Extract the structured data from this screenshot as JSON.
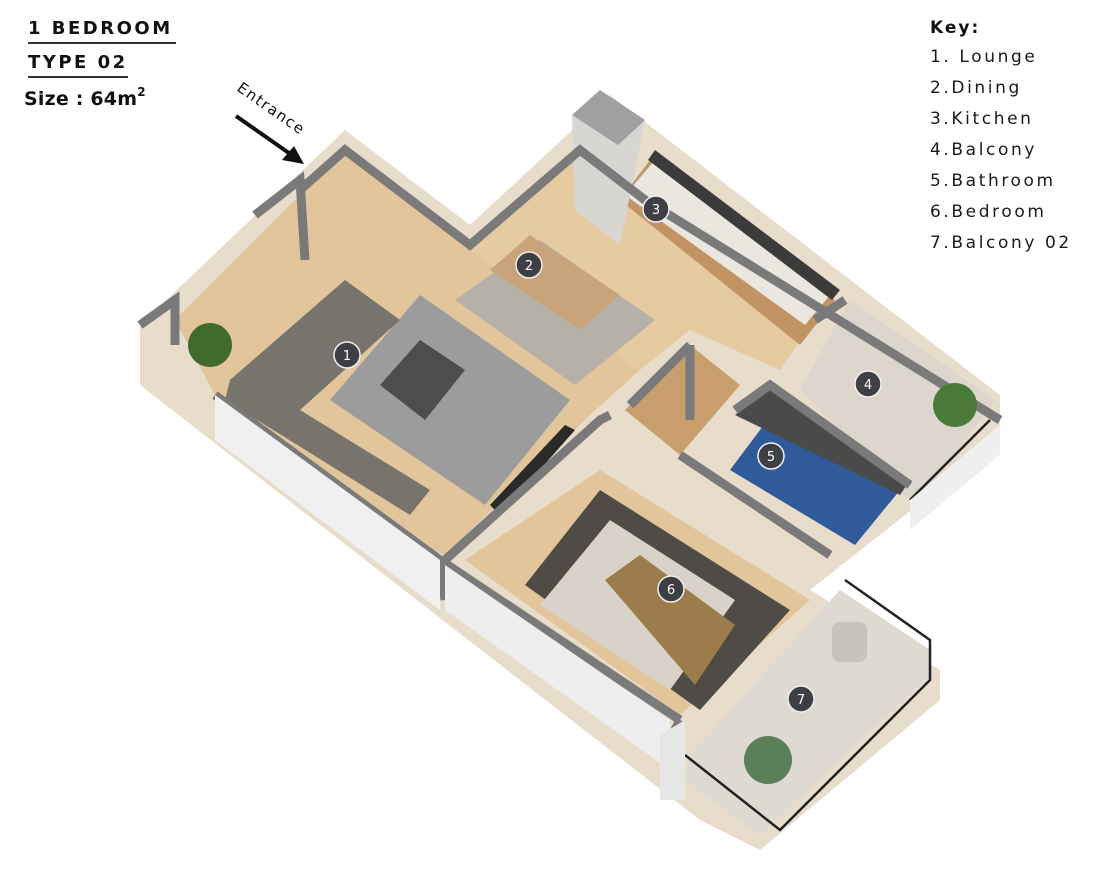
{
  "header": {
    "title_line1": "1 BEDROOM",
    "title_line2": "TYPE 02",
    "size_label": "Size : 64m",
    "size_superscript": "2"
  },
  "entrance": {
    "label": "Entrance",
    "icon": "arrow-down-right-icon"
  },
  "key": {
    "title": "Key:",
    "items": [
      {
        "number": "1",
        "label": "1. Lounge"
      },
      {
        "number": "2",
        "label": "2.Dining"
      },
      {
        "number": "3",
        "label": "3.Kitchen"
      },
      {
        "number": "4",
        "label": "4.Balcony"
      },
      {
        "number": "5",
        "label": "5.Bathroom"
      },
      {
        "number": "6",
        "label": "6.Bedroom"
      },
      {
        "number": "7",
        "label": "7.Balcony 02"
      }
    ]
  },
  "markers": [
    {
      "number": "1",
      "room": "Lounge"
    },
    {
      "number": "2",
      "room": "Dining"
    },
    {
      "number": "3",
      "room": "Kitchen"
    },
    {
      "number": "4",
      "room": "Balcony"
    },
    {
      "number": "5",
      "room": "Bathroom"
    },
    {
      "number": "6",
      "room": "Bedroom"
    },
    {
      "number": "7",
      "room": "Balcony 02"
    }
  ],
  "colors": {
    "wall_top": "#7a7a7a",
    "wall_face": "#efefef",
    "wood_floor": "#e3c59b",
    "marker_fill": "#3e3f44",
    "marker_stroke": "#f2f2f2",
    "rug": "#a9a9a9",
    "tile_floor": "#dcd6cc",
    "bath_floor": "#2f5b9a"
  }
}
